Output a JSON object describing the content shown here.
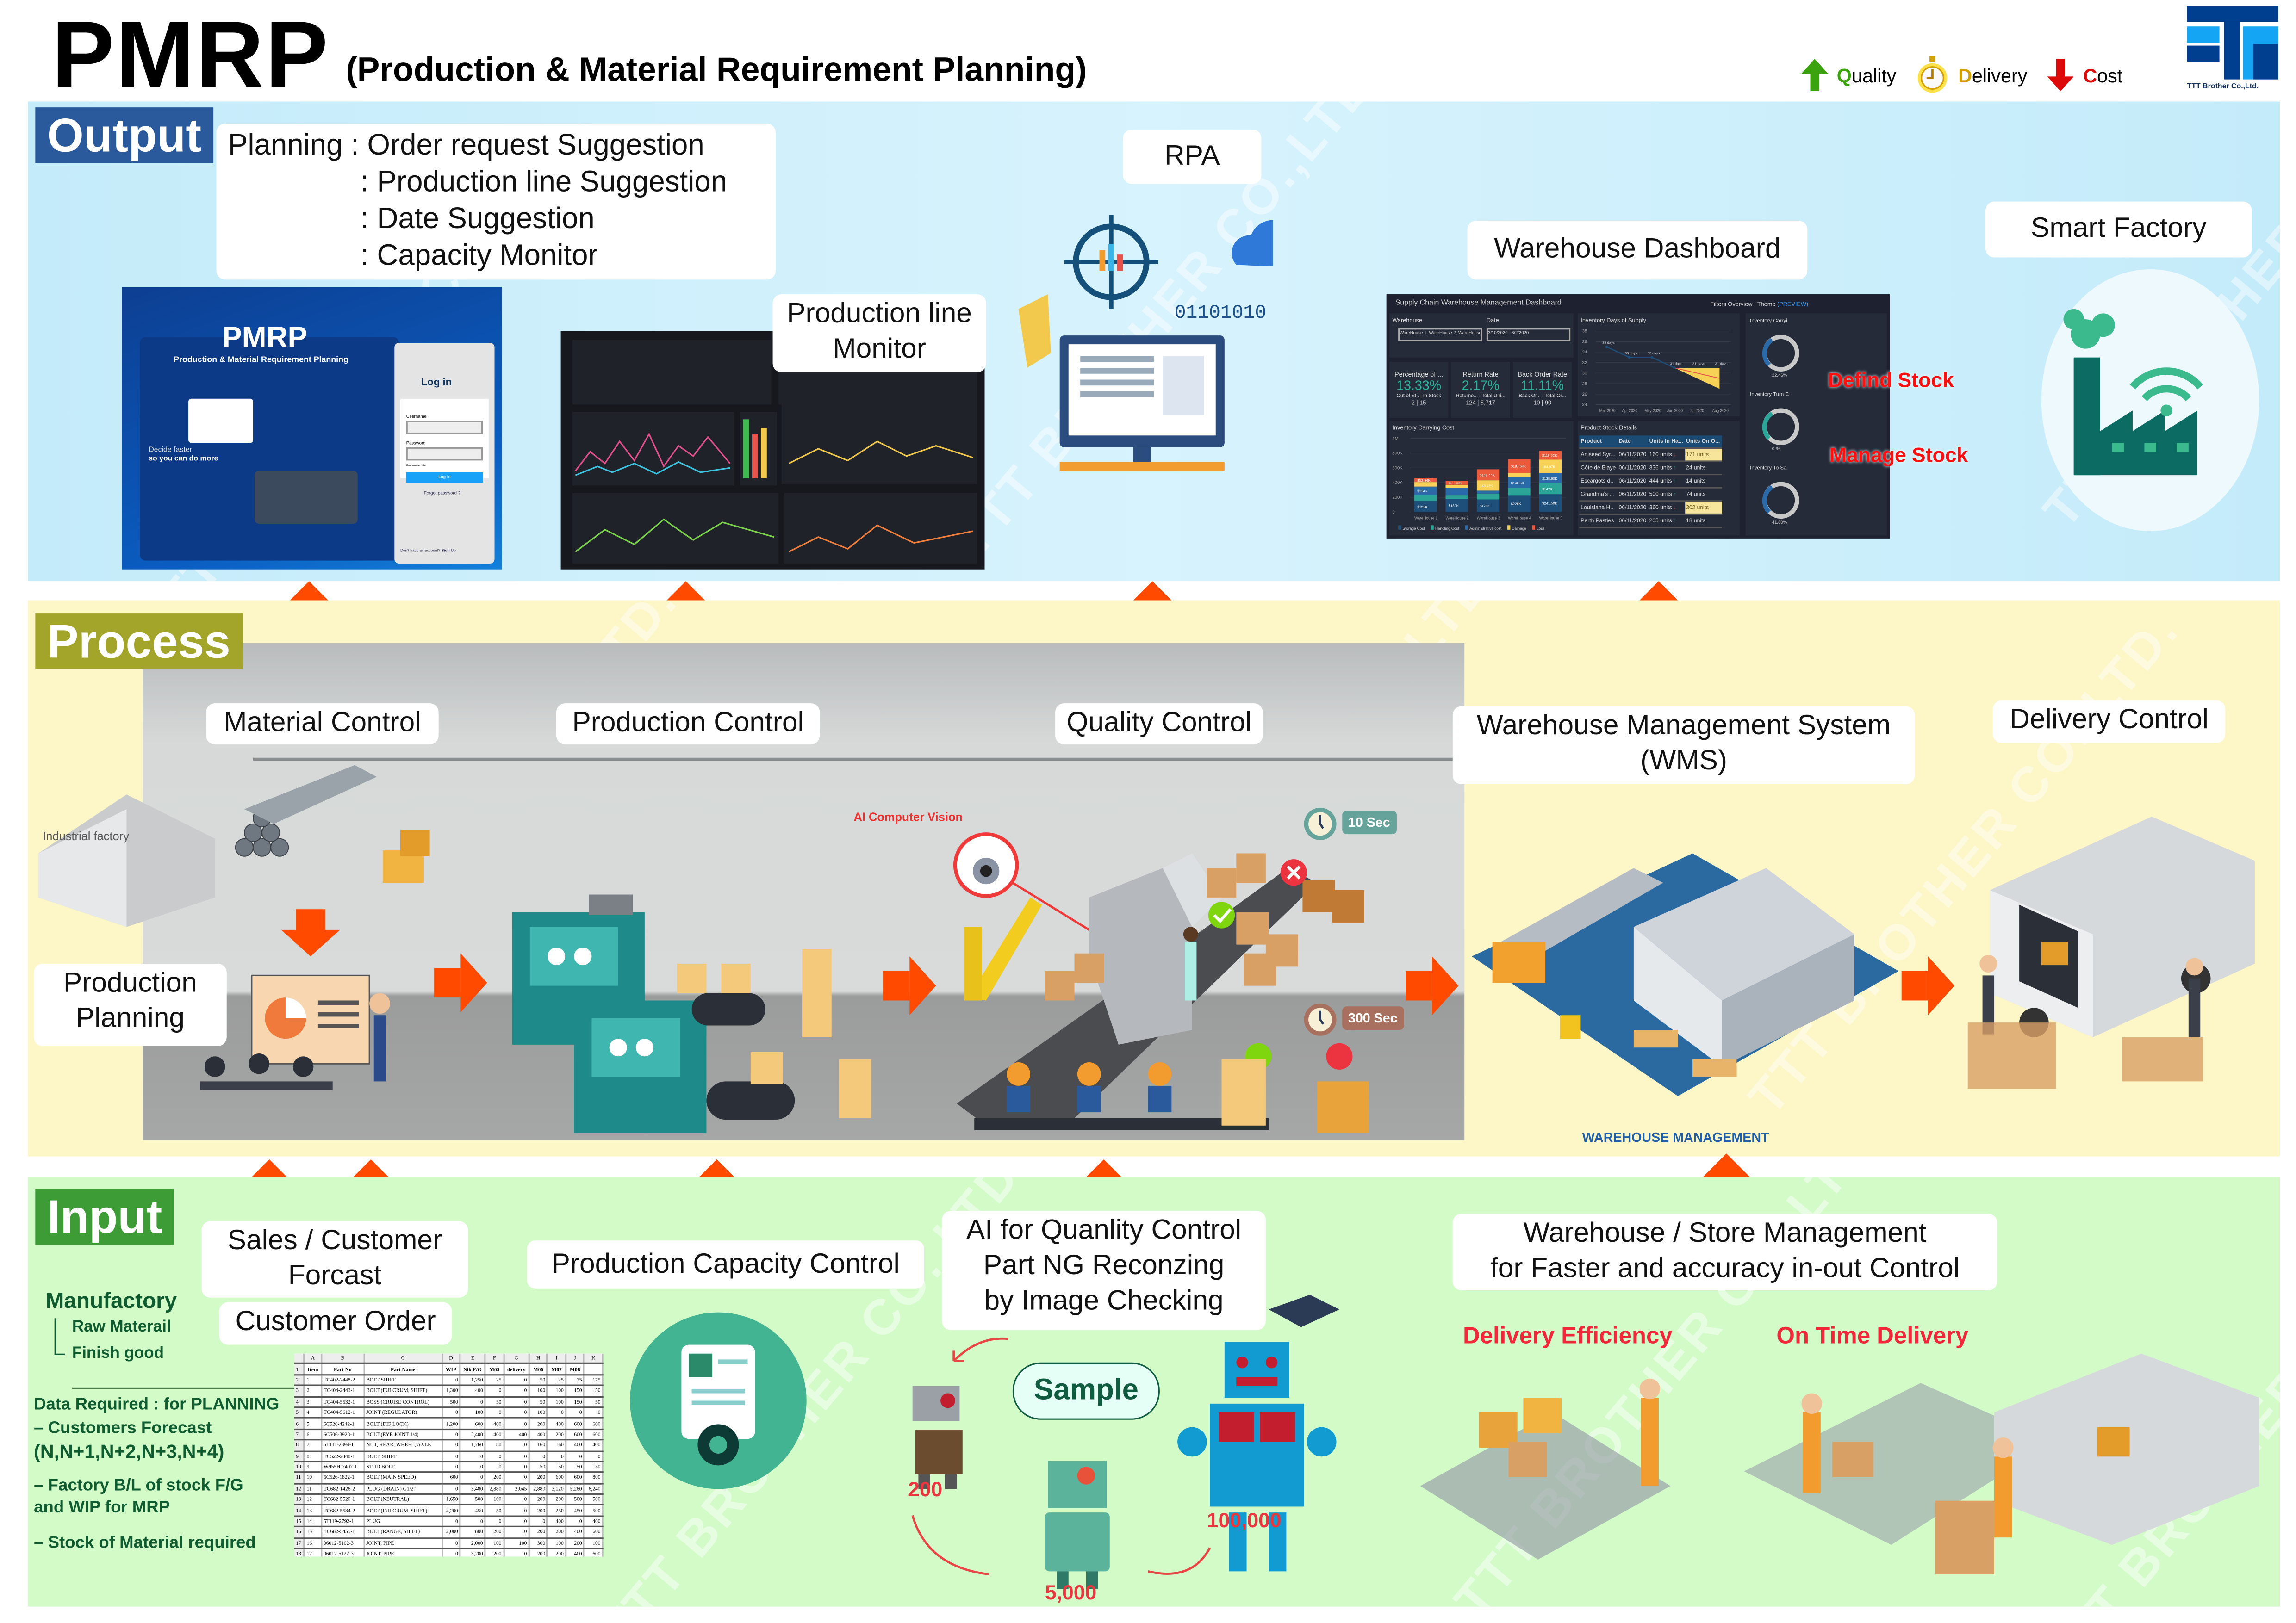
{
  "header": {
    "title": "PMRP",
    "subtitle": "(Production & Material Requirement Planning)",
    "legend": [
      {
        "initial": "Q",
        "rest": "uality",
        "icon": "arrow-up-icon",
        "color": "#3aa30e"
      },
      {
        "initial": "D",
        "rest": "elivery",
        "icon": "stopwatch-icon",
        "color": "#d4a000"
      },
      {
        "initial": "C",
        "rest": "ost",
        "icon": "arrow-down-icon",
        "color": "#dd0a0a"
      }
    ],
    "logo_text": "TTT Brother Co.,Ltd."
  },
  "watermark": "TTT BROTHER CO.,LTD.",
  "colors": {
    "output_bg": "#c9eefb",
    "process_bg": "#fdf7c8",
    "input_bg": "#d2fbc8",
    "arrow": "#ff4a00",
    "output_label": "#2a5a9c",
    "process_label": "#a3a52a",
    "input_label": "#3d9c35"
  },
  "output": {
    "label": "Output",
    "planning_lines": [
      "Planning : Order request Suggestion",
      ": Production line Suggestion",
      ": Date Suggestion",
      ": Capacity Monitor"
    ],
    "pmrp_screen": {
      "title": "PMRP",
      "subtitle": "Production & Material Requirement Planning",
      "tagline1": "Decide faster",
      "tagline2": "so you can do more",
      "login_title": "Log in",
      "username_label": "Username",
      "password_label": "Password",
      "remember": "Remember Me",
      "login_button": "Log In",
      "forgot": "Forgot password ?",
      "signup_prompt": "Don't have an account?",
      "signup": "Sign Up"
    },
    "production_monitor_label": [
      "Production line",
      "Monitor"
    ],
    "rpa_label": "RPA",
    "rpa_binary": "01101010",
    "warehouse_dashboard_label": "Warehouse Dashboard",
    "dashboard": {
      "title": "Supply Chain Warehouse Management Dashboard",
      "filters": "Filters Overview",
      "theme": "Theme",
      "theme_preview": "(PREVIEW)",
      "warehouse_label": "Warehouse",
      "warehouse_value": "WareHouse 1, WareHouse 2, WareHouse 3, W...",
      "date_label": "Date",
      "date_value": "3/10/2020 - 6/2/2020",
      "kpis": [
        {
          "title": "Percentage of ...",
          "value": "13.33%",
          "sub_a": "Out of St..",
          "sub_b": "In Stock",
          "num_a": "2",
          "num_b": "15"
        },
        {
          "title": "Return Rate",
          "value": "2.17%",
          "sub_a": "Returne...",
          "sub_b": "Total Uni...",
          "num_a": "124",
          "num_b": "5,717"
        },
        {
          "title": "Back Order Rate",
          "value": "11.11%",
          "sub_a": "Back Or...",
          "sub_b": "Total Or...",
          "num_a": "10",
          "num_b": "90"
        }
      ],
      "days_supply": {
        "title": "Inventory Days of Supply",
        "x": [
          "Mar 2020",
          "Apr 2020",
          "May 2020",
          "Jun 2020",
          "Jul 2020",
          "Aug 2020"
        ],
        "y": [
          35,
          33,
          33,
          31,
          null,
          null
        ],
        "forecast": [
          null,
          null,
          null,
          31,
          30,
          29
        ],
        "labels": [
          "35 days",
          "33 days",
          "33 days",
          "31 days",
          "31 days",
          "31 days"
        ],
        "ylim": [
          24,
          38
        ],
        "yticks": [
          24,
          26,
          28,
          30,
          32,
          34,
          36,
          38
        ]
      },
      "carrying_title": "Inventory Carrying Cost",
      "carrying": {
        "categories": [
          "WareHouse 1",
          "WareHouse 2",
          "WareHouse 3",
          "WareHouse 4",
          "WareHouse 5"
        ],
        "yticks": [
          "0",
          "200K",
          "400K",
          "600K",
          "800K",
          "1M"
        ],
        "series": [
          {
            "name": "Storage Cost",
            "color": "#1e4f7a",
            "values": [
              152,
              180,
              171,
              228,
              241.5
            ]
          },
          {
            "name": "Handling Cost",
            "color": "#2ba597",
            "values": [
              80,
              50,
              80,
              100,
              147
            ]
          },
          {
            "name": "Administrative cost",
            "color": "#2a6aa8",
            "values": [
              114,
              100,
              40,
              142.5,
              138.6
            ]
          },
          {
            "name": "Damage",
            "color": "#f6d155",
            "values": [
              60,
              40,
              140,
              60,
              184.7
            ]
          },
          {
            "name": "Loss",
            "color": "#ec5a3c",
            "values": [
              52.54,
              55.66,
              149.44,
              187.64,
              118.52
            ]
          }
        ],
        "data_labels": [
          [
            "$152K",
            "",
            "$114K",
            "",
            "$52.54K"
          ],
          [
            "$180K",
            "",
            "",
            "",
            "$55.66K"
          ],
          [
            "$171K",
            "",
            "",
            "143.43K",
            "$149.44K"
          ],
          [
            "$228K",
            "",
            "$142.5K",
            "",
            "$187.64K"
          ],
          [
            "$241.50K",
            "$147K",
            "$138.60K",
            "184.67K",
            "$118.52K"
          ]
        ]
      },
      "product_title": "Product Stock Details",
      "product_headers": [
        "Product",
        "Date",
        "Units In Ha...",
        "Units On O..."
      ],
      "product_rows": [
        [
          "Aniseed Syr...",
          "06/11/2020",
          "160 units",
          "down",
          "171 units"
        ],
        [
          "Côte de Blaye",
          "06/11/2020",
          "336 units",
          "up",
          "24 units"
        ],
        [
          "Escargots d...",
          "06/11/2020",
          "444 units",
          "up",
          "14 units"
        ],
        [
          "Grandma's ...",
          "06/11/2020",
          "500 units",
          "up",
          "74 units"
        ],
        [
          "Louisiana H...",
          "06/11/2020",
          "360 units",
          "down",
          "302 units"
        ],
        [
          "Perth Pasties",
          "06/11/2020",
          "205 units",
          "up",
          "18 units"
        ]
      ],
      "gauges": [
        {
          "title": "Inventory Carryi",
          "value": "22.46%"
        },
        {
          "title": "Inventory Turn C",
          "value": "0.96"
        },
        {
          "title": "Inventory To Sa",
          "value": "41.80%"
        }
      ]
    },
    "defind_stock": "Defind Stock",
    "manage_stock": "Manage Stock",
    "smart_factory_label": "Smart Factory"
  },
  "process": {
    "label": "Process",
    "material_control": "Material Control",
    "production_control": "Production Control",
    "quality_control": "Quality Control",
    "wms": [
      "Warehouse Management System",
      "(WMS)"
    ],
    "delivery_control": "Delivery Control",
    "production_planning": [
      "Production",
      "Planning"
    ],
    "industrial_factory": "Industrial factory",
    "ai_vision": "AI Computer Vision",
    "fast_time": "10 Sec",
    "slow_time": "300 Sec",
    "warehouse_caption": "WAREHOUSE MANAGEMENT"
  },
  "input": {
    "label": "Input",
    "sales_forecast": [
      "Sales / Customer",
      "Forcast"
    ],
    "customer_order": "Customer Order",
    "production_capacity": "Production Capacity Control",
    "ai_qc": [
      "AI for Quanlity Control",
      "Part NG Reconzing",
      "by Image Checking"
    ],
    "warehouse_store": [
      "Warehouse / Store Management",
      "for Faster and accuracy in-out Control"
    ],
    "manufactory": "Manufactory",
    "raw_material": "Raw Materail",
    "finish_good": "Finish good",
    "data_required": [
      "Data Required : for PLANNING",
      "– Customers Forecast",
      "(N,N+1,N+2,N+3,N+4)",
      "– Factory B/L of stock F/G",
      "and WIP for MRP",
      "– Stock of Material required"
    ],
    "sample": "Sample",
    "robot_counts": [
      "200",
      "5,000",
      "100,000"
    ],
    "delivery_efficiency": "Delivery Efficiency",
    "on_time_delivery": "On Time Delivery",
    "sheet": {
      "col_letters": [
        "",
        "A",
        "B",
        "C",
        "D",
        "E",
        "F",
        "G",
        "H",
        "I",
        "J",
        "K"
      ],
      "headers": [
        "Item",
        "Part No",
        "Part Name",
        "WIP",
        "Stk F/G",
        "M05",
        "delivery",
        "M06",
        "M07",
        "M08",
        ""
      ],
      "rows": [
        [
          "1",
          "TC402-2448-2",
          "BOLT SHIFT",
          "0",
          "1,250",
          "25",
          "0",
          "50",
          "25",
          "75",
          "175"
        ],
        [
          "2",
          "TC404-2443-1",
          "BOLT (FULCRUM, SHIFT)",
          "1,300",
          "400",
          "0",
          "0",
          "100",
          "100",
          "150",
          "50"
        ],
        [
          "3",
          "TC404-5532-1",
          "BOSS (CRUISE CONTROL)",
          "500",
          "0",
          "50",
          "0",
          "50",
          "100",
          "150",
          "50"
        ],
        [
          "4",
          "TC404-5612-1",
          "JOINT (REGULATOR)",
          "0",
          "100",
          "0",
          "0",
          "100",
          "0",
          "0",
          "0"
        ],
        [
          "5",
          "6C526-4242-1",
          "BOLT (DIF LOCK)",
          "1,200",
          "600",
          "400",
          "0",
          "200",
          "400",
          "600",
          "600"
        ],
        [
          "6",
          "6C506-3928-1",
          "BOLT (EYE JOINT 1/4)",
          "0",
          "2,400",
          "400",
          "400",
          "400",
          "200",
          "600",
          "600"
        ],
        [
          "7",
          "5T111-2394-1",
          "NUT, REAR, WHEEL, AXLE",
          "0",
          "1,760",
          "80",
          "0",
          "160",
          "160",
          "400",
          "400"
        ],
        [
          "8",
          "TC522-2448-1",
          "BOLT, SHIFT",
          "0",
          "0",
          "0",
          "0",
          "0",
          "0",
          "0",
          "0"
        ],
        [
          "9",
          "W955H-7407-1",
          "STUD BOLT",
          "0",
          "0",
          "0",
          "0",
          "50",
          "50",
          "50",
          "50"
        ],
        [
          "10",
          "6C526-1822-1",
          "BOLT (MAIN SPEED)",
          "600",
          "0",
          "200",
          "0",
          "200",
          "600",
          "600",
          "800"
        ],
        [
          "11",
          "TC682-1426-2",
          "PLUG (DRAIN) G1/2\"",
          "0",
          "3,480",
          "2,880",
          "2,045",
          "2,880",
          "3,120",
          "5,280",
          "6,240"
        ],
        [
          "12",
          "TC682-5520-1",
          "BOLT (NEUTRAL)",
          "1,650",
          "500",
          "100",
          "0",
          "200",
          "200",
          "500",
          "500"
        ],
        [
          "13",
          "TC682-5534-2",
          "BOLT (FULCRUM, SHIFT)",
          "4,200",
          "450",
          "50",
          "0",
          "200",
          "250",
          "450",
          "500"
        ],
        [
          "14",
          "5T119-2792-1",
          "PLUG",
          "0",
          "0",
          "0",
          "0",
          "0",
          "400",
          "0",
          "400"
        ],
        [
          "15",
          "TC682-5455-1",
          "BOLT (RANGE, SHIFT)",
          "2,000",
          "800",
          "200",
          "0",
          "200",
          "200",
          "400",
          "600"
        ],
        [
          "16",
          "06012-5102-3",
          "JOINT, PIPE",
          "0",
          "2,000",
          "100",
          "100",
          "300",
          "100",
          "200",
          "100"
        ],
        [
          "17",
          "06012-5122-3",
          "JOINT, PIPE",
          "0",
          "3,200",
          "200",
          "0",
          "200",
          "200",
          "400",
          "600"
        ]
      ]
    }
  }
}
